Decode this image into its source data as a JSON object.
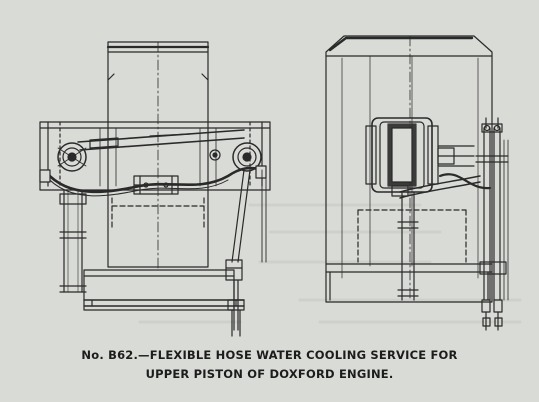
{
  "caption": {
    "line1": "No. B62.—FLEXIBLE HOSE WATER COOLING SERVICE FOR",
    "line2": "UPPER PISTON OF DOXFORD ENGINE."
  },
  "colors": {
    "paper": "#d9dbd6",
    "ink": "#2a2a2a"
  },
  "views": [
    "side-elevation",
    "end-elevation"
  ]
}
